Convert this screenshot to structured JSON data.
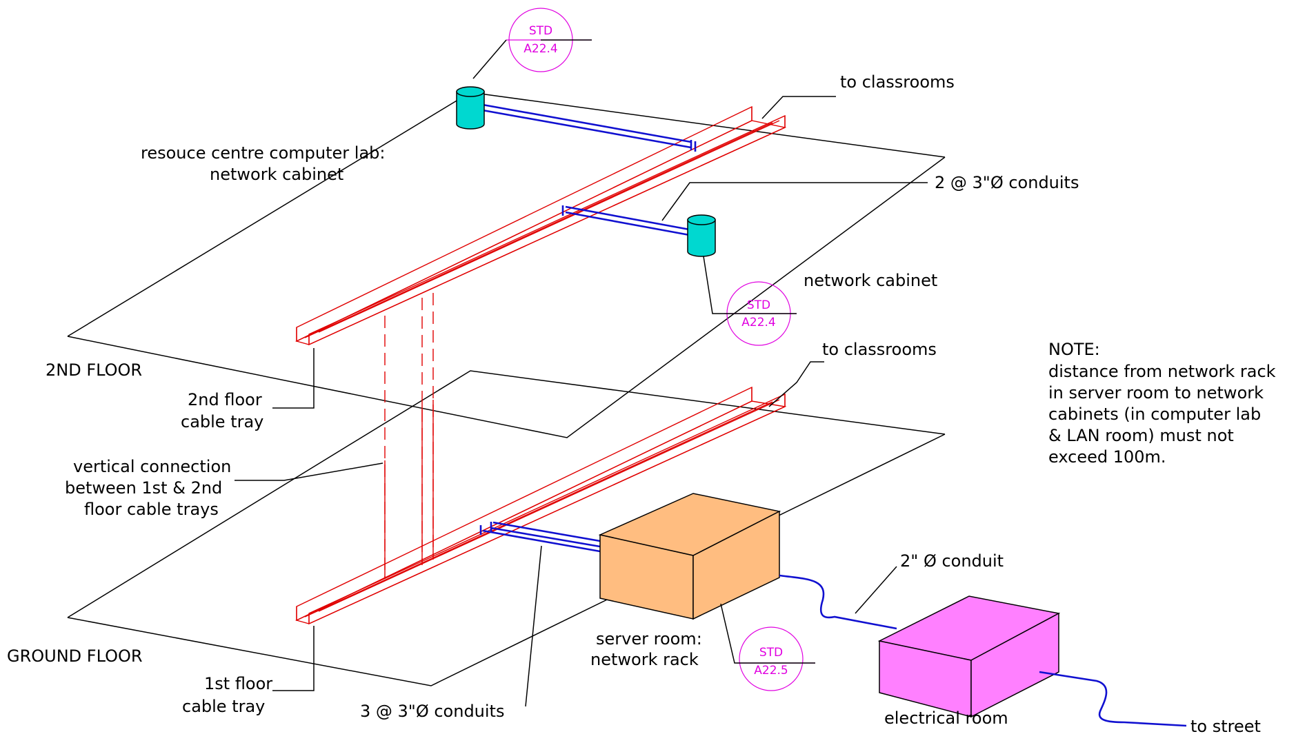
{
  "labels": {
    "to_classrooms_top": "to classrooms",
    "resource_centre_line1": "resouce centre computer lab:",
    "resource_centre_line2": "network cabinet",
    "conduits_2nd": "2 @ 3\"Ø conduits",
    "network_cabinet": "network cabinet",
    "second_floor": "2ND FLOOR",
    "tray_2nd_line1": "2nd floor",
    "tray_2nd_line2": "cable tray",
    "to_classrooms_bottom": "to classrooms",
    "vertical_line1": "vertical connection",
    "vertical_line2": "between 1st & 2nd",
    "vertical_line3": "floor cable trays",
    "ground_floor": "GROUND FLOOR",
    "tray_1st_line1": "1st floor",
    "tray_1st_line2": "cable tray",
    "conduits_ground": "3 @ 3\"Ø  conduits",
    "server_line1": "server room:",
    "server_line2": "network rack",
    "conduit_2in": "2\"  Ø conduit",
    "electrical_room": "electrical room",
    "to_street": "to street"
  },
  "note": {
    "title": "NOTE:",
    "line1": "distance from network rack",
    "line2": "in server room to network",
    "line3": "cabinets (in computer lab",
    "line4": "& LAN room) must not",
    "line5": "exceed 100m."
  },
  "std_tags": [
    {
      "top": "STD",
      "bottom": "A22.4"
    },
    {
      "top": "STD",
      "bottom": "A22.4"
    },
    {
      "top": "STD",
      "bottom": "A22.5"
    }
  ],
  "colors": {
    "tray": "#e00000",
    "conduit": "#1010d0",
    "cabinet": "#00d8d0",
    "server_rack": "#ffbd80",
    "electrical_room": "#ff80ff",
    "std_tag": "#e000e0"
  },
  "icons": {
    "cabinet": "cylinder-icon",
    "server_rack": "box-icon",
    "electrical_room": "box-icon"
  }
}
